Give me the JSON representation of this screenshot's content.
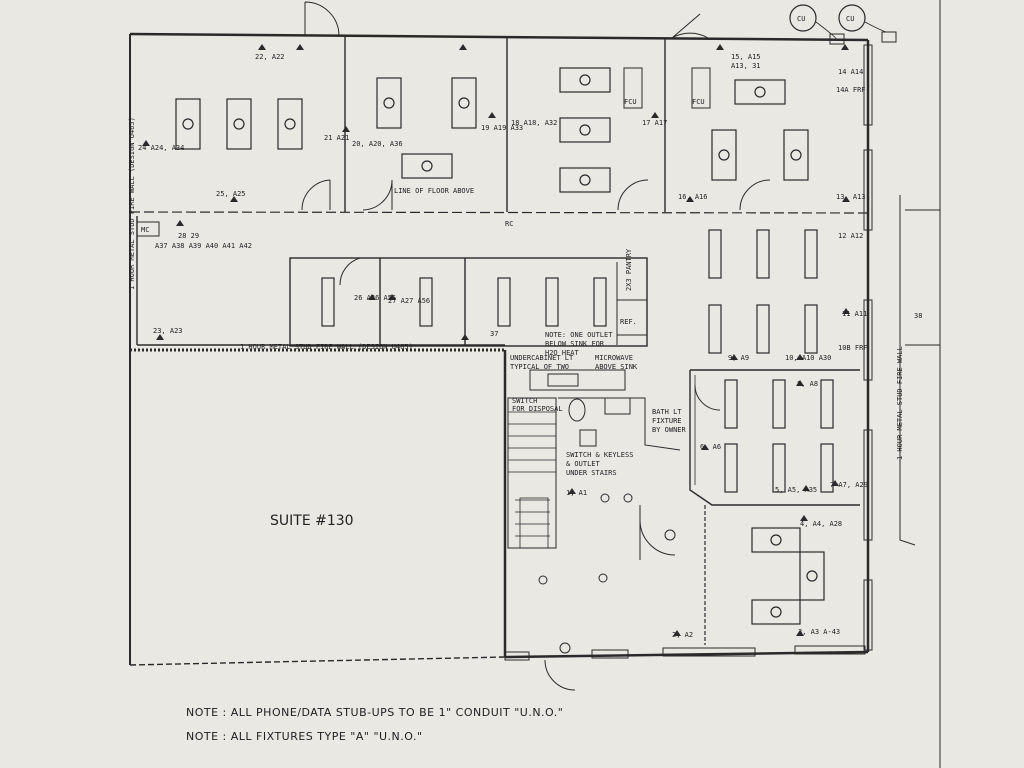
{
  "labels": {
    "suite": "SUITE #130",
    "line_of_floor_above": "LINE OF FLOOR ABOVE",
    "mc": "MC",
    "rc": "RC",
    "cu1": "CU",
    "cu2": "CU",
    "fcu1": "FCU",
    "fcu2": "FCU",
    "pantry": "2X3 PANTRY",
    "ref": "REF.",
    "note_outlet": [
      "NOTE: ONE OUTLET",
      "BELOW SINK FOR",
      "H2O HEAT"
    ],
    "undercabinet": [
      "UNDERCABINET LT",
      "TYPICAL OF TWO"
    ],
    "microwave": [
      "MICROWAVE",
      "ABOVE SINK"
    ],
    "switch_disposal": [
      "SWITCH",
      "FOR DISPOSAL"
    ],
    "bath_lt": [
      "BATH LT",
      "FIXTURE",
      "BY OWNER"
    ],
    "switch_keyless": [
      "SWITCH & KEYLESS",
      "& OUTLET",
      "UNDER STAIRS"
    ],
    "fire_wall_left": "1 HOUR METAL STUD FIRE WALL (DESIGN U465)",
    "fire_wall_mid": "1 HOUR METAL STUD FIRE WALL (DESIGN U465)",
    "fire_wall_right": "1 HOUR METAL STUD FIRE WALL"
  },
  "circuits": [
    "22, A22",
    "15, A15",
    "A13, 31",
    "14 A14",
    "14A FRF",
    "24 A24, A34",
    "21 A21",
    "20, A20, A36",
    "19 A19 A33",
    "18 A18, A32",
    "17 A17",
    "25, A25",
    "16, A16",
    "13, A13",
    "12 A12",
    "28 29",
    "A37 A38 A39 A40 A41 A42",
    "26 A26 A55",
    "27 A27 A56",
    "23, A23",
    "37",
    "11 A11",
    "9, A9",
    "10, A10 A30",
    "10B FRF",
    "8, A8",
    "6, A6",
    "7 A7, A29",
    "5, A5, A35",
    "4, A4, A28",
    "1, A1",
    "2, A2",
    "3, A3 A-43",
    "38"
  ],
  "notes": {
    "note1": "NOTE :  ALL PHONE/DATA  STUB-UPS TO BE 1\" CONDUIT \"U.N.O.\"",
    "note2": "NOTE :  ALL FIXTURES TYPE \"A\" \"U.N.O.\""
  },
  "colors": {
    "paper": "#e9e8e3",
    "ink": "#2a2a2a"
  }
}
